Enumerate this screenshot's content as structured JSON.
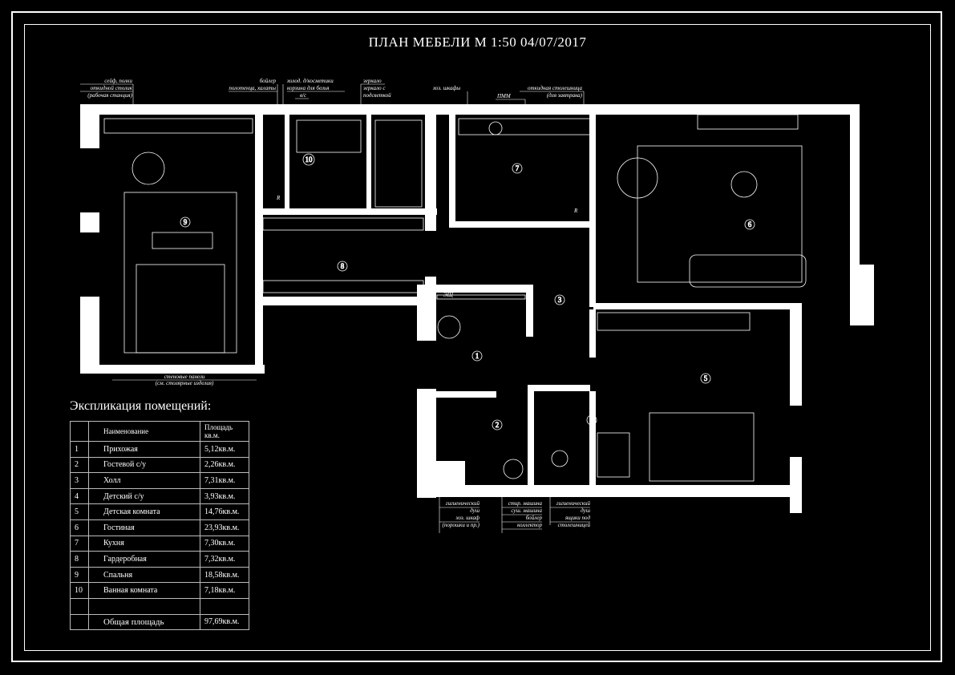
{
  "title": "ПЛАН МЕБЕЛИ  М 1:50 04/07/2017",
  "top_notes": {
    "safe": "сейф, полки",
    "desk": "откидной столик",
    "workstation": "(рабочая станция)",
    "boiler": "бойлер",
    "towels": "полотенца, халаты",
    "fridge": "холод. д/косметики",
    "laundry": "корзина для белья",
    "wc": "в/с",
    "mirror": "зеркало",
    "mirror_lit_1": "зеркало с",
    "mirror_lit_2": "подсветкой",
    "cabinets": "хоз. шкафы",
    "folding_top": "откидная столешница",
    "breakfast": "(для завтрака)",
    "dishwasher": "ПММ"
  },
  "plan_labels": {
    "wall_panels_1": "стеновые панели",
    "wall_panels_2": "(см. столярные изделия)",
    "panel": "ЭЩ",
    "r": "R"
  },
  "bottom_notes": {
    "col1": [
      "гигиенический",
      "душ",
      "хоз. шкаф",
      "(порошки и пр.)"
    ],
    "col2": [
      "стир. машина",
      "суш. машина",
      "бойлер",
      "коллектор"
    ],
    "col3": [
      "гигиенический",
      "душ",
      "ящики под",
      "столешницей"
    ]
  },
  "rooms": [
    "1",
    "2",
    "3",
    "4",
    "5",
    "6",
    "7",
    "8",
    "9",
    "10"
  ],
  "explication": {
    "title": "Экспликация помещений:",
    "header": {
      "name": "Наименование",
      "area_1": "Площадь",
      "area_2": "кв.м."
    },
    "rows": [
      {
        "n": "1",
        "name": "Прихожая",
        "area": "5,12кв.м."
      },
      {
        "n": "2",
        "name": "Гостевой с/у",
        "area": "2,26кв.м."
      },
      {
        "n": "3",
        "name": "Холл",
        "area": "7,31кв.м."
      },
      {
        "n": "4",
        "name": "Детский с/у",
        "area": "3,93кв.м."
      },
      {
        "n": "5",
        "name": "Детская комната",
        "area": "14,76кв.м."
      },
      {
        "n": "6",
        "name": "Гостиная",
        "area": "23,93кв.м."
      },
      {
        "n": "7",
        "name": "Кухня",
        "area": "7,30кв.м."
      },
      {
        "n": "8",
        "name": "Гардеробная",
        "area": "7,32кв.м."
      },
      {
        "n": "9",
        "name": "Спальня",
        "area": "18,58кв.м."
      },
      {
        "n": "10",
        "name": "Ванная комната",
        "area": "7,18кв.м."
      }
    ],
    "total": {
      "name": "Общая площадь",
      "area": "97,69кв.м."
    }
  }
}
